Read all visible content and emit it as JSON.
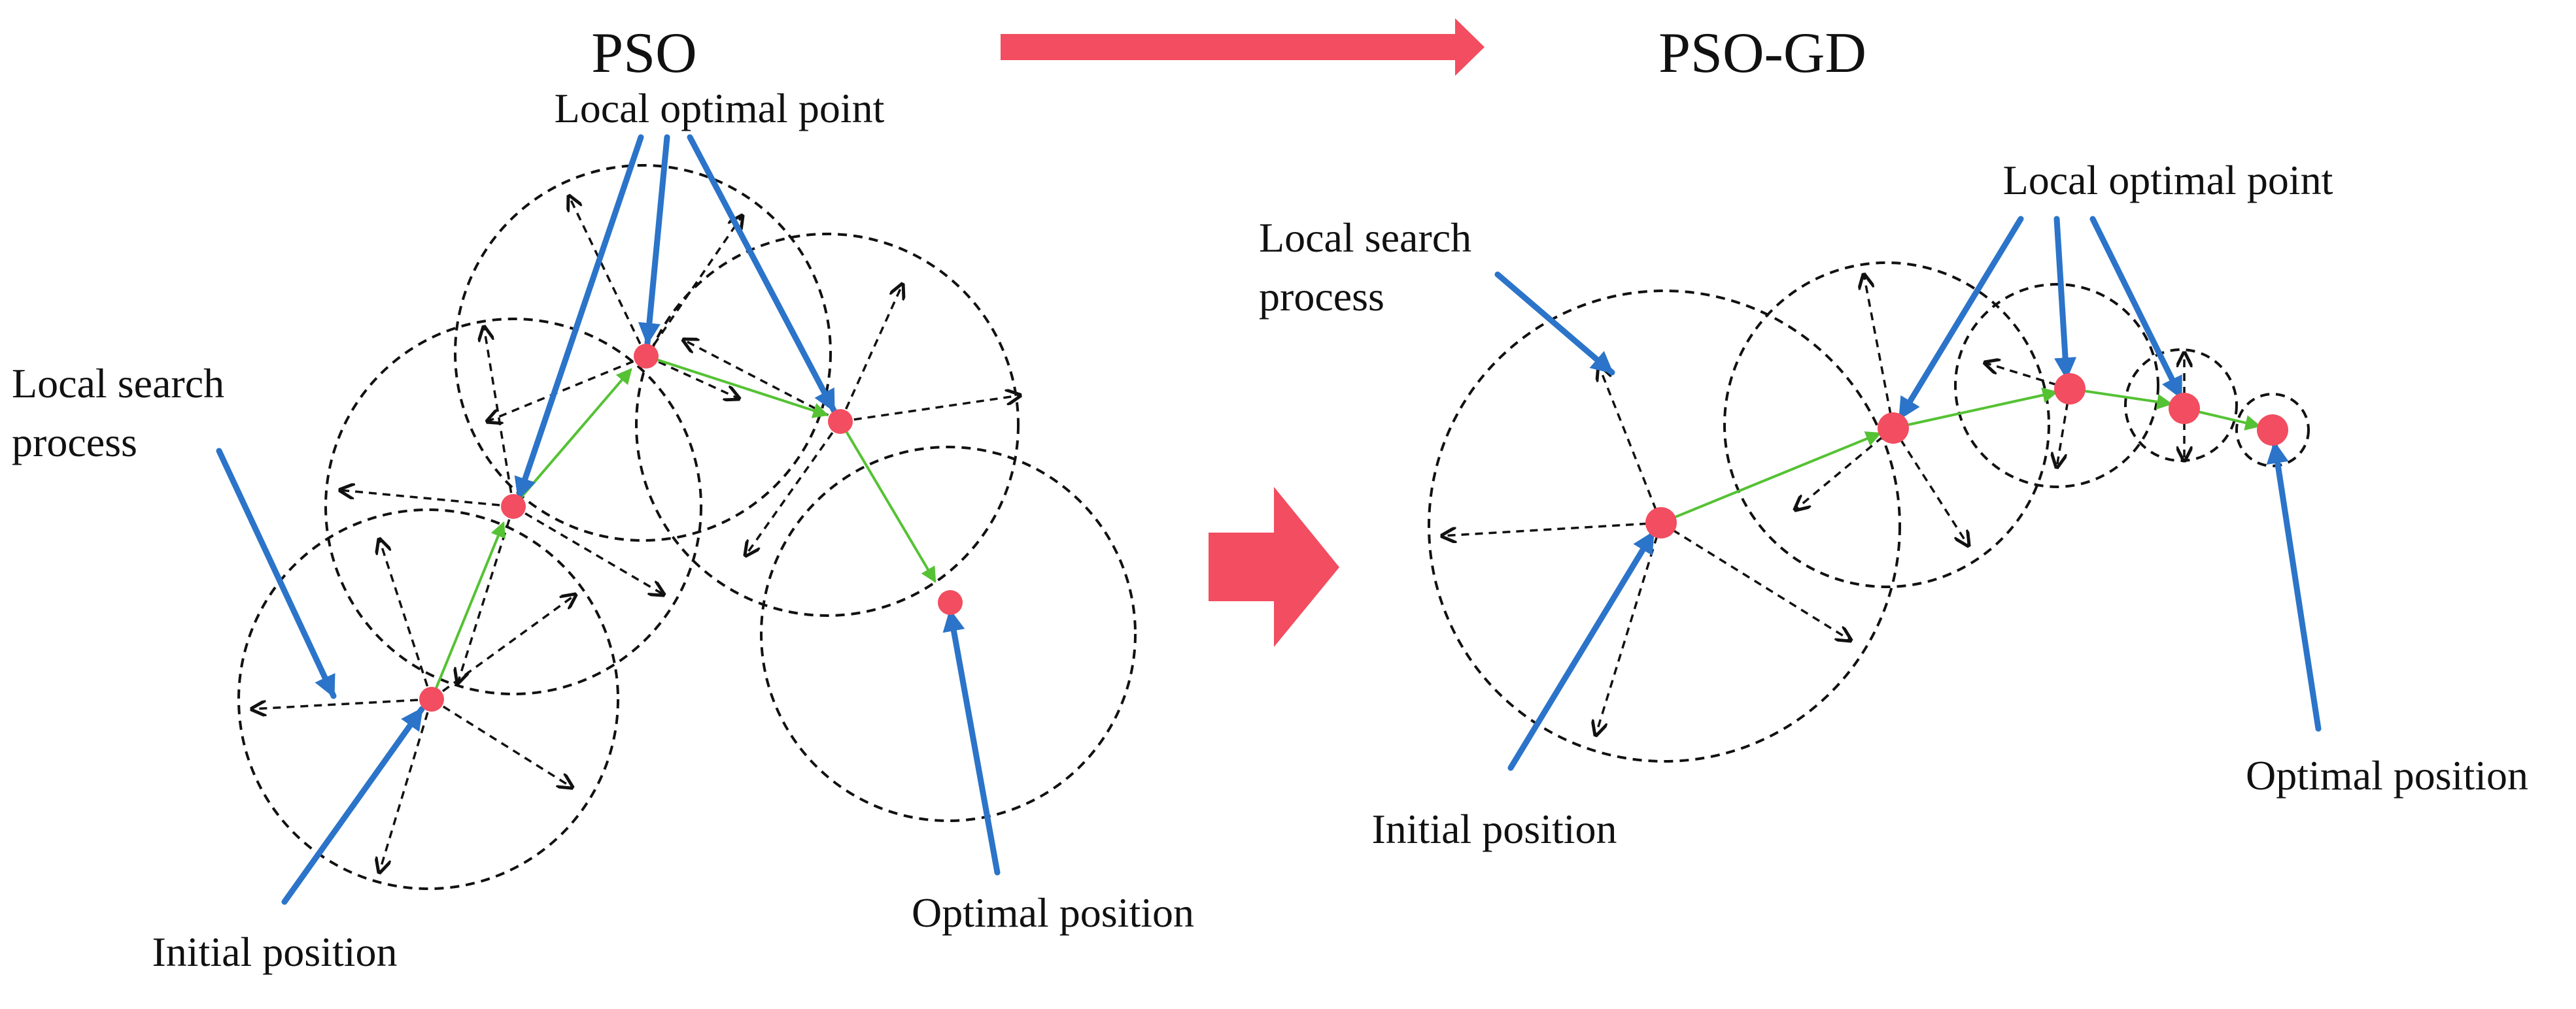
{
  "titles": {
    "left": "PSO",
    "right": "PSO-GD"
  },
  "pso": {
    "local_optimal_label": "Local optimal point",
    "local_search_label_line1": "Local search",
    "local_search_label_line2": "process",
    "initial_position_label": "Initial position",
    "optimal_position_label": "Optimal position"
  },
  "pso_gd": {
    "local_optimal_label": "Local optimal point",
    "local_search_label_line1": "Local search",
    "local_search_label_line2": "process",
    "initial_position_label": "Initial position",
    "optimal_position_label": "Optimal position"
  },
  "colors": {
    "point": "#f24d60",
    "pointer": "#2b74c9",
    "path": "#55c234",
    "search": "#111111",
    "transition_arrow": "#f24d60"
  }
}
